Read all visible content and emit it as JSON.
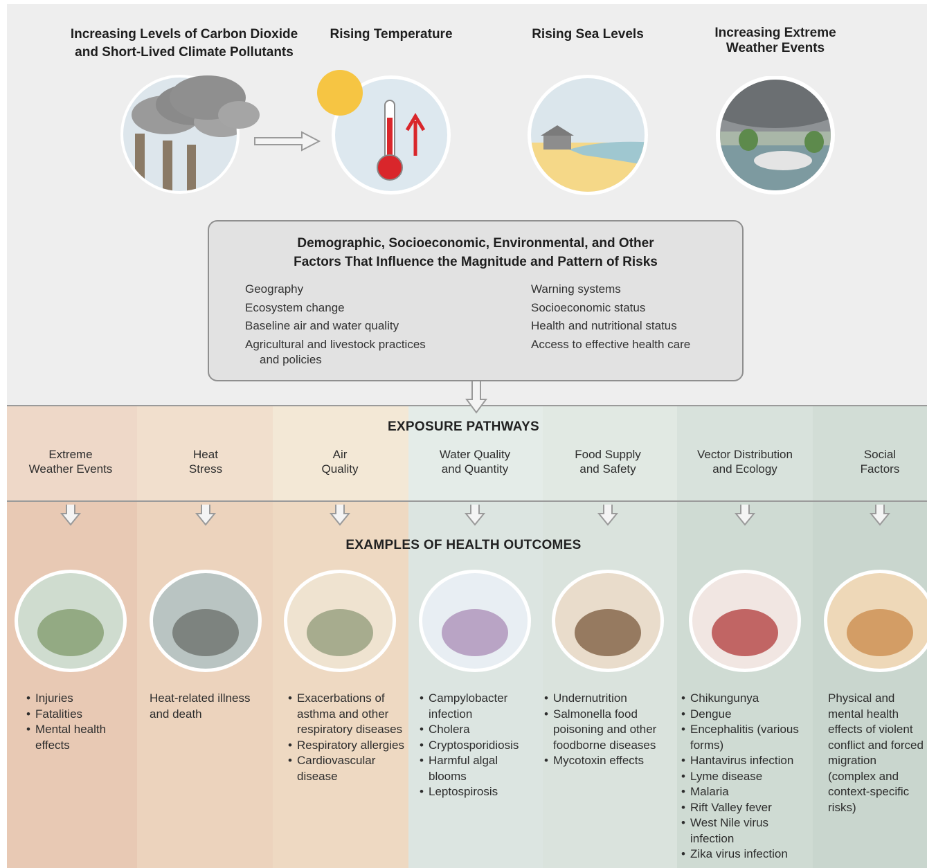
{
  "drivers": [
    {
      "title": "Increasing Levels of Carbon Dioxide\nand Short-Lived Climate Pollutants",
      "icon": "smokestacks-icon"
    },
    {
      "title": "Rising Temperature",
      "icon": "thermometer-icon"
    },
    {
      "title": "Rising Sea Levels",
      "icon": "flooded-shore-icon"
    },
    {
      "title": "Increasing Extreme\nWeather Events",
      "icon": "storm-flood-icon"
    }
  ],
  "factors_box": {
    "title_line1": "Demographic, Socioeconomic, Environmental, and Other",
    "title_line2": "Factors That Influence the Magnitude and Pattern of Risks",
    "left": [
      "Geography",
      "Ecosystem change",
      "Baseline air and water quality",
      "Agricultural and livestock practices",
      "and policies"
    ],
    "right": [
      "Warning systems",
      "Socioeconomic status",
      "Health and nutritional status",
      "Access to effective health care"
    ]
  },
  "exposure_heading": "EXPOSURE PATHWAYS",
  "outcomes_heading": "EXAMPLES OF HEALTH OUTCOMES",
  "columns": [
    {
      "pathway": [
        "Extreme",
        "Weather Events"
      ],
      "color_top": "#eed8c8",
      "color_bottom": "#e8c9b4",
      "icon": "injured-people-icon",
      "outcomes": [
        "Injuries",
        "Fatalities",
        "Mental health effects"
      ],
      "bulleted": true
    },
    {
      "pathway": [
        "Heat",
        "Stress"
      ],
      "color_top": "#f1dfcd",
      "color_bottom": "#ecd3bd",
      "icon": "heat-stroke-icon",
      "outcomes": [
        "Heat-related illness and death"
      ],
      "bulleted": false
    },
    {
      "pathway": [
        "Air",
        "Quality"
      ],
      "color_top": "#f3e8d6",
      "color_bottom": "#eed9c2",
      "icon": "air-pollution-icon",
      "outcomes": [
        "Exacerbations of asthma and other respiratory diseases",
        "Respiratory allergies",
        "Cardiovascular disease"
      ],
      "bulleted": true
    },
    {
      "pathway": [
        "Water Quality",
        "and Quantity"
      ],
      "color_top": "#e4ece8",
      "color_bottom": "#dce5e1",
      "icon": "bacteria-icon",
      "outcomes": [
        "Campylobacter infection",
        "Cholera",
        "Cryptosporidiosis",
        "Harmful algal blooms",
        "Leptospirosis"
      ],
      "bulleted": true
    },
    {
      "pathway": [
        "Food Supply",
        "and Safety"
      ],
      "color_top": "#e1e9e3",
      "color_bottom": "#dae3dd",
      "icon": "malnourished-child-icon",
      "outcomes": [
        "Undernutrition",
        "Salmonella food poisoning and other foodborne diseases",
        "Mycotoxin effects"
      ],
      "bulleted": true
    },
    {
      "pathway": [
        "Vector Distribution",
        "and Ecology"
      ],
      "color_top": "#d8e2dc",
      "color_bottom": "#cfdbd3",
      "icon": "mosquito-tick-icon",
      "outcomes": [
        "Chikungunya",
        "Dengue",
        "Encephalitis (various forms)",
        "Hantavirus infection",
        "Lyme disease",
        "Malaria",
        "Rift Valley fever",
        "West Nile virus infection",
        "Zika virus infection"
      ],
      "bulleted": true
    },
    {
      "pathway": [
        "Social",
        "Factors"
      ],
      "color_top": "#d2ddd6",
      "color_bottom": "#c9d6ce",
      "icon": "migration-icon",
      "outcomes": [
        "Physical and mental health effects of violent conflict and forced migration (complex and context-specific risks)"
      ],
      "bulleted": false
    }
  ]
}
